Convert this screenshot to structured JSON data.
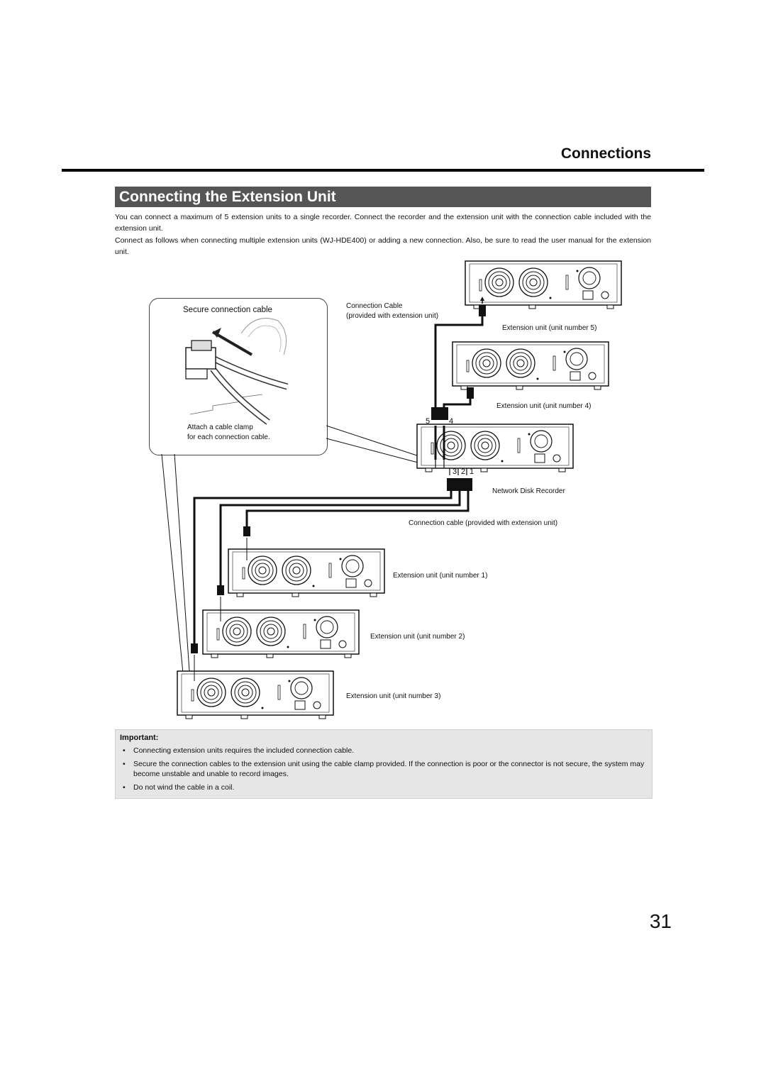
{
  "header": {
    "title": "Connections"
  },
  "section": {
    "title": "Connecting the Extension Unit"
  },
  "intro": {
    "p1": "You can connect a maximum of 5 extension units to a single recorder. Connect the recorder and the extension unit with the connection cable included with the extension unit.",
    "p2": "Connect as follows when connecting multiple extension units (WJ-HDE400) or adding a new connection. Also, be sure to read the user manual for the extension unit."
  },
  "diagram": {
    "callout_title": "Secure connection cable",
    "callout_note_1": "Attach a cable clamp",
    "callout_note_2": "for each connection cable.",
    "cable_label_1": "Connection Cable",
    "cable_label_2": "(provided with extension unit)",
    "unit5": "Extension unit (unit number 5)",
    "unit4": "Extension unit (unit number 4)",
    "recorder": "Network Disk Recorder",
    "cable_bottom": "Connection cable (provided with extension unit)",
    "unit1": "Extension unit (unit number 1)",
    "unit2": "Extension unit (unit number 2)",
    "unit3": "Extension unit (unit number 3)",
    "port5": "5",
    "port4": "4",
    "port3": "3",
    "port2": "2",
    "port1": "1"
  },
  "important": {
    "title": "Important:",
    "items": [
      "Connecting extension units requires the included connection cable.",
      "Secure the connection cables to the extension unit using the cable clamp provided. If the connection is poor or the connector is not secure, the system may become unstable and unable to record images.",
      "Do not wind the cable in a coil."
    ],
    "bullet": "•"
  },
  "page_number": "31"
}
